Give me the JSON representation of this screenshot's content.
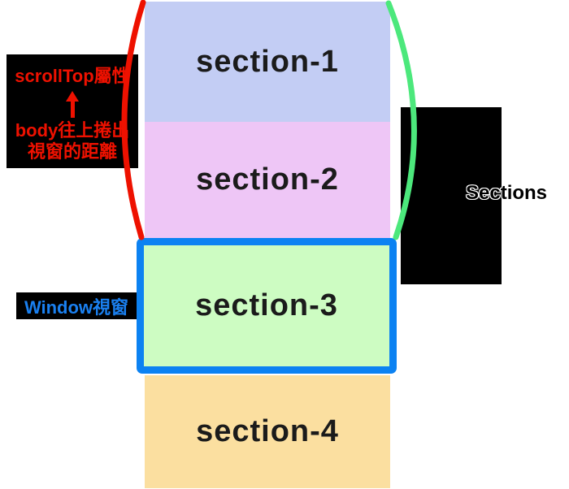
{
  "scrolltop_label": {
    "title": "scrollTop屬性",
    "desc_line1": "body往上捲出",
    "desc_line2": "視窗的距離",
    "color": "#ee1100"
  },
  "window_label": {
    "text": "Window視窗",
    "color": "#1a80f0"
  },
  "sections_label": {
    "text": "Sections",
    "color": "#000000"
  },
  "sections": [
    {
      "label": "section-1",
      "color": "#c3cdf4"
    },
    {
      "label": "section-2",
      "color": "#eec6f6"
    },
    {
      "label": "section-3",
      "color": "#cdfcc2"
    },
    {
      "label": "section-4",
      "color": "#fbdfa0"
    }
  ],
  "viewport_box": {
    "border_color": "#0c82f2"
  },
  "arcs": {
    "scrolled_out_color": "#ee1100",
    "sections_span_color": "#4ce87c"
  }
}
